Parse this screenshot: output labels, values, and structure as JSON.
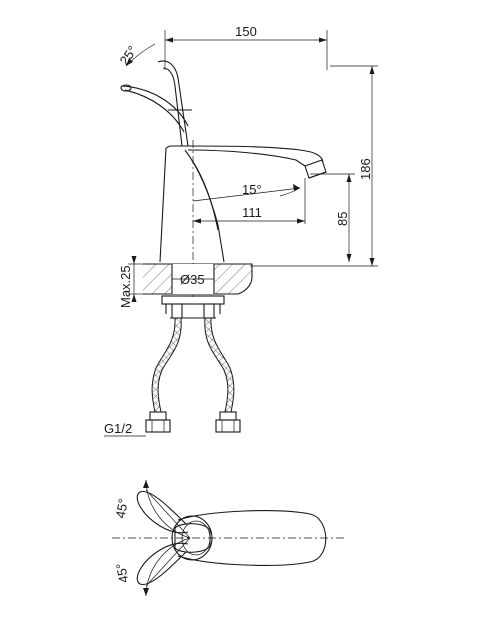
{
  "dimensions": {
    "width_150": "150",
    "height_186": "186",
    "height_85": "85",
    "reach_111": "111",
    "spout_angle": "15°",
    "lever_angle": "25°",
    "counter_max": "Max.25",
    "hole_diameter": "Ø35",
    "thread": "G1/2",
    "rotation_upper": "45°",
    "rotation_lower": "45°"
  },
  "colors": {
    "line": "#1a1a1a",
    "background": "#ffffff"
  }
}
